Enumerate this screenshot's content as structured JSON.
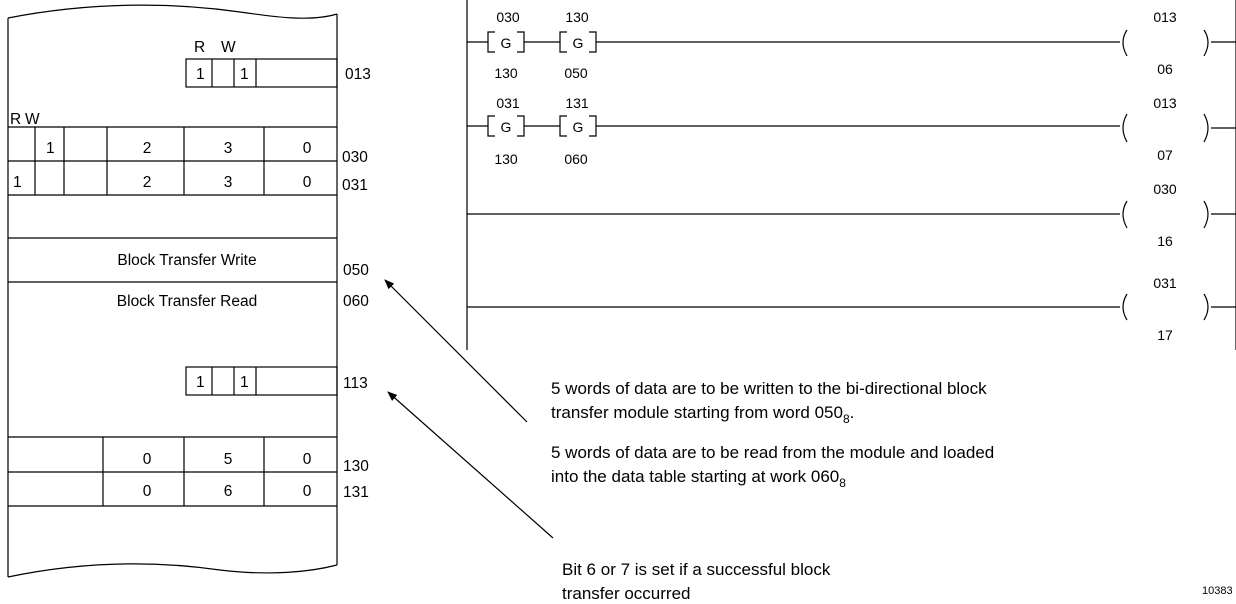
{
  "data_table": {
    "rw_header_top": {
      "r": "R",
      "w": "W"
    },
    "row_013": {
      "bits": [
        "1",
        "1"
      ],
      "address": "013"
    },
    "rw_header_left": {
      "r": "R",
      "w": "W"
    },
    "row_030": {
      "w_bit": "1",
      "d1": "2",
      "d2": "3",
      "d3": "0",
      "address": "030"
    },
    "row_031": {
      "r_bit": "1",
      "d1": "2",
      "d2": "3",
      "d3": "0",
      "address": "031"
    },
    "bt_write": {
      "label": "Block Transfer Write",
      "address": "050"
    },
    "bt_read": {
      "label": "Block Transfer Read",
      "address": "060"
    },
    "row_113": {
      "bits": [
        "1",
        "1"
      ],
      "address": "113"
    },
    "row_130": {
      "d1": "0",
      "d2": "5",
      "d3": "0",
      "address": "130"
    },
    "row_131": {
      "d1": "0",
      "d2": "6",
      "d3": "0",
      "address": "131"
    }
  },
  "ladder": {
    "rung1": {
      "c1_top": "030",
      "c1_sym": "G",
      "c1_bot": "130",
      "c2_top": "130",
      "c2_sym": "G",
      "c2_bot": "050",
      "coil_top": "013",
      "coil_bot": "06"
    },
    "rung2": {
      "c1_top": "031",
      "c1_sym": "G",
      "c1_bot": "130",
      "c2_top": "131",
      "c2_sym": "G",
      "c2_bot": "060",
      "coil_top": "013",
      "coil_bot": "07"
    },
    "rung3": {
      "coil_top": "030",
      "coil_bot": "16"
    },
    "rung4": {
      "coil_top": "031",
      "coil_bot": "17"
    }
  },
  "notes": {
    "write_line1": "5 words of data are to be written to the bi-directional block",
    "write_line2_pre": "transfer module starting from word 050",
    "write_line2_sub": "8",
    "write_line2_post": ".",
    "read_line1": "5 words of data are to be read from the module and loaded",
    "read_line2_pre": "into the data table starting at work 060",
    "read_line2_sub": "8",
    "bit_line1": "Bit 6 or 7 is set if a successful block",
    "bit_line2": "transfer occurred"
  },
  "figure_number": "10383"
}
